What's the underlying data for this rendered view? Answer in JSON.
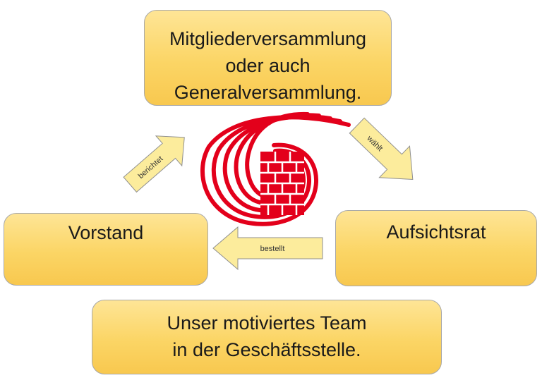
{
  "boxes": {
    "top": {
      "lines": [
        "Mitgliederversammlung",
        "oder auch",
        "Generalversammlung."
      ]
    },
    "left": {
      "lines": [
        "Vorstand"
      ]
    },
    "right": {
      "lines": [
        "Aufsichtsrat"
      ]
    },
    "bottom": {
      "lines": [
        "Unser motiviertes Team",
        "in der Geschäftsstelle."
      ]
    }
  },
  "arrows": {
    "reports": "berichtet",
    "elects": "wählt",
    "appoints": "bestellt"
  },
  "colors": {
    "box_fill": "#fbd565",
    "arrow_fill": "#fcec9c",
    "logo_red": "#e3001b"
  }
}
